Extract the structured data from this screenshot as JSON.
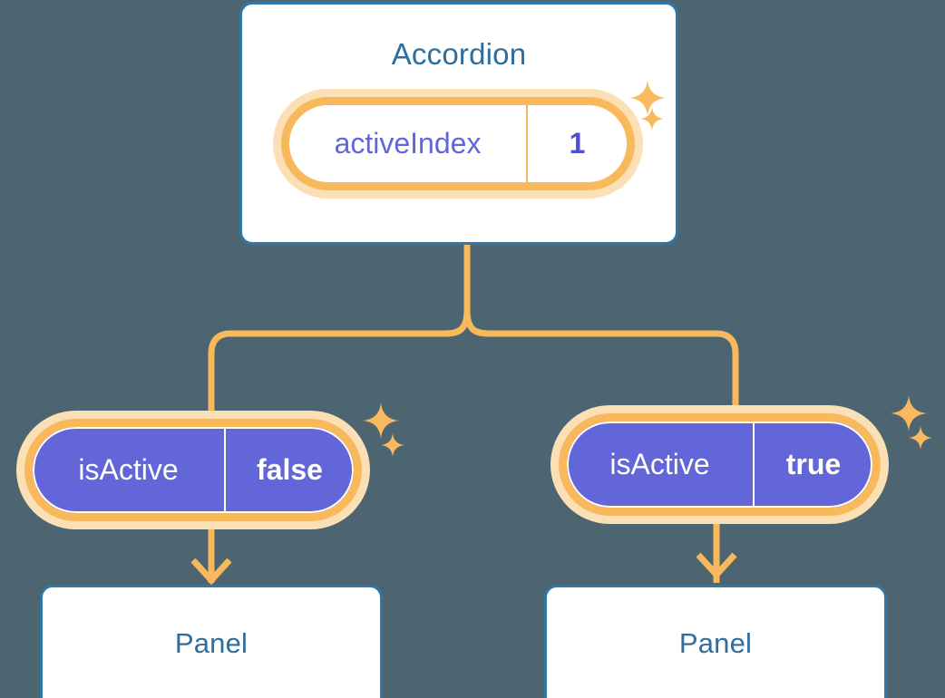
{
  "diagram": {
    "title": "Accordion component state tree",
    "background_color": "#4d6571"
  },
  "colors": {
    "background": "#4d6571",
    "card_border": "#2e77a8",
    "card_fill": "#ffffff",
    "card_title_text": "#2e6e9e",
    "pill_ring": "#f7b95c",
    "pill_glow": "#fbdfb5",
    "pill_leaf_fill": "#6366d8",
    "pill_value_text": "#4d50d4",
    "connector": "#f7b95c",
    "sparkle": "#f8b95f",
    "white": "#ffffff"
  },
  "root": {
    "card_label": "Accordion",
    "state_pill": {
      "key": "activeIndex",
      "value": "1"
    },
    "sparkles": [
      "sparkle-big",
      "sparkle-small"
    ]
  },
  "branches": [
    {
      "id": "left",
      "state_pill": {
        "key": "isActive",
        "value": "false"
      },
      "child_card_label": "Panel",
      "sparkles": [
        "sparkle-big",
        "sparkle-small"
      ],
      "arrow": "arrow-down-icon"
    },
    {
      "id": "right",
      "state_pill": {
        "key": "isActive",
        "value": "true"
      },
      "child_card_label": "Panel",
      "sparkles": [
        "sparkle-big",
        "sparkle-small"
      ],
      "arrow": "arrow-down-icon"
    }
  ],
  "connectors": {
    "type": "tree-split",
    "stroke_color": "#f7b95c",
    "stroke_width": 7
  }
}
